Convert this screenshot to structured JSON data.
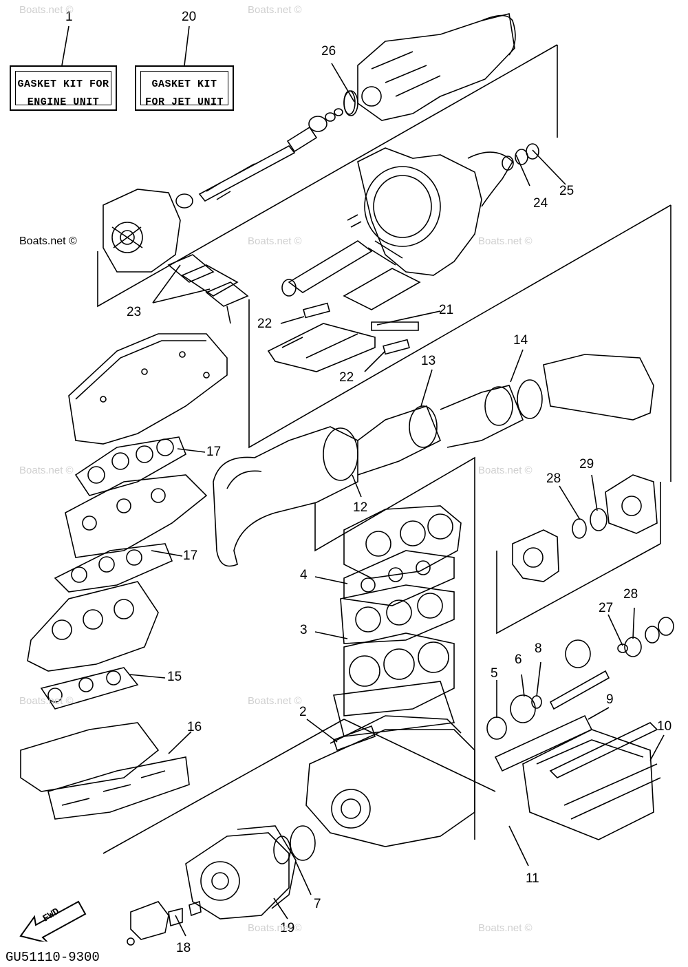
{
  "kits": [
    {
      "number": "1",
      "line1": "GASKET KIT FOR",
      "line2": "ENGINE UNIT"
    },
    {
      "number": "20",
      "line1": "GASKET KIT",
      "line2": "FOR JET UNIT"
    }
  ],
  "callouts": {
    "n2": "2",
    "n3": "3",
    "n4": "4",
    "n5": "5",
    "n6": "6",
    "n7": "7",
    "n8": "8",
    "n9": "9",
    "n10": "10",
    "n11": "11",
    "n12": "12",
    "n13": "13",
    "n14": "14",
    "n15": "15",
    "n16": "16",
    "n17a": "17",
    "n17b": "17",
    "n18": "18",
    "n19": "19",
    "n21": "21",
    "n22a": "22",
    "n22b": "22",
    "n23": "23",
    "n24": "24",
    "n25": "25",
    "n26": "26",
    "n27": "27",
    "n28a": "28",
    "n28b": "28",
    "n29": "29"
  },
  "watermark": "Boats.net ©",
  "brand": "Boats.net ©",
  "fwd_label": "FWD",
  "part_code": "GU51110-9300"
}
